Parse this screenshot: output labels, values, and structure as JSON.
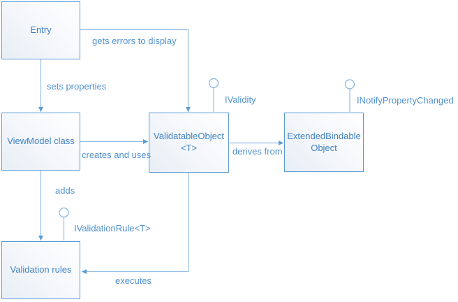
{
  "diagram": {
    "nodes": {
      "entry": {
        "label": "Entry"
      },
      "viewmodel": {
        "label": "ViewModel class"
      },
      "validatable_object": {
        "line1": "ValidatableObject",
        "line2": "<T>"
      },
      "extended_bindable": {
        "line1": "ExtendedBindable",
        "line2": "Object"
      },
      "validation_rules": {
        "label": "Validation rules"
      }
    },
    "edge_labels": {
      "gets_errors": "gets errors to display",
      "sets_properties": "sets properties",
      "creates_and_uses": "creates and uses",
      "derives_from": "derives from",
      "adds": "adds",
      "executes": "executes"
    },
    "interface_labels": {
      "ivalidity": "IValidity",
      "inotify_property_changed": "INotifyPropertyChanged",
      "ivalidation_rule": "IValidationRule<T>"
    },
    "colors": {
      "box_border": "#5b9bd5",
      "box_fill_light": "#ffffff",
      "box_fill_shade": "#e8eef6",
      "connector_line": "#95bde4",
      "arrowhead": "#5b9bd5",
      "node_text": "#4183c4",
      "label_text": "#5191d0"
    }
  }
}
